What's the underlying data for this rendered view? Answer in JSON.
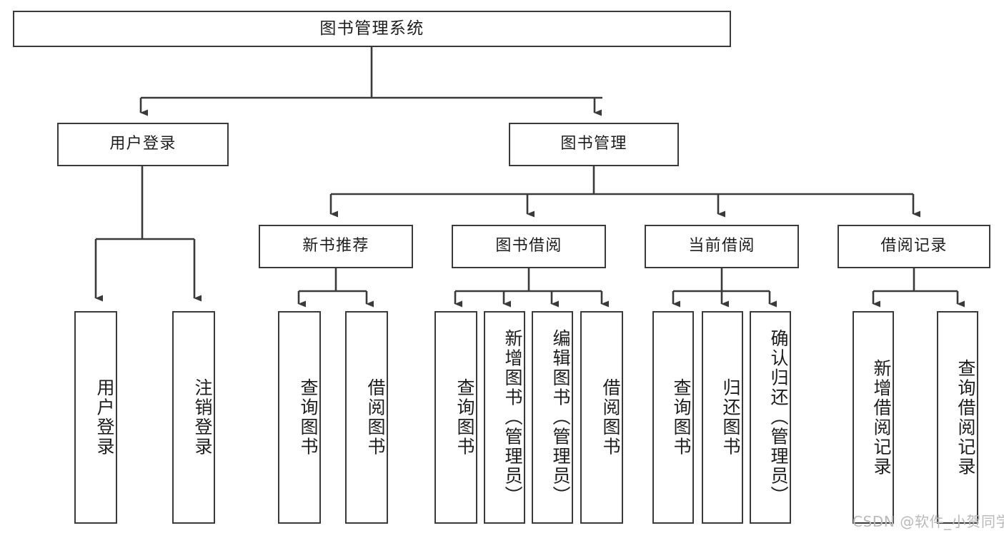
{
  "diagram": {
    "title": "图书管理系统",
    "type": "tree-hierarchy",
    "root": {
      "label": "图书管理系统"
    },
    "level2": [
      {
        "label": "用户登录"
      },
      {
        "label": "图书管理"
      }
    ],
    "level3": [
      {
        "label": "新书推荐"
      },
      {
        "label": "图书借阅"
      },
      {
        "label": "当前借阅"
      },
      {
        "label": "借阅记录"
      }
    ],
    "leaves": {
      "user_login": [
        {
          "label": "用户登录"
        },
        {
          "label": "注销登录"
        }
      ],
      "new_book_recommend": [
        {
          "label": "查询图书"
        },
        {
          "label": "借阅图书"
        }
      ],
      "book_borrow": [
        {
          "label": "查询图书"
        },
        {
          "label": "新增图书（管理员）"
        },
        {
          "label": "编辑图书（管理员）"
        },
        {
          "label": "借阅图书"
        }
      ],
      "current_borrow": [
        {
          "label": "查询图书"
        },
        {
          "label": "归还图书"
        },
        {
          "label": "确认归还（管理员）"
        }
      ],
      "borrow_records": [
        {
          "label": "新增借阅记录"
        },
        {
          "label": "查询借阅记录"
        }
      ]
    }
  },
  "watermark": {
    "text": "CSDN @软件_小贺同学"
  },
  "colors": {
    "stroke": "#3a3a3a",
    "fill": "#ffffff",
    "text": "#1d1d1d",
    "watermark": "#b9b9b9"
  }
}
